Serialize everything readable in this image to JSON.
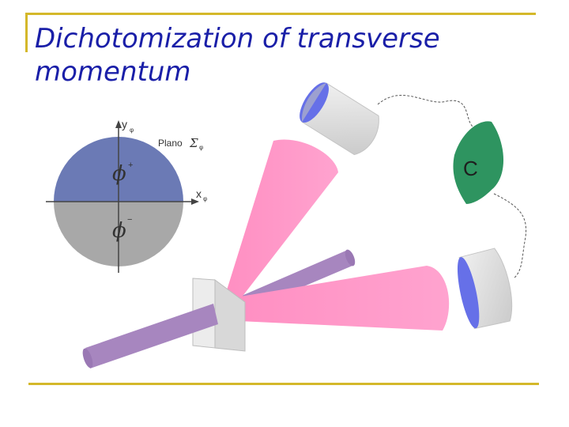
{
  "slide": {
    "title": "Dichotomization of transverse momentum"
  },
  "diagram": {
    "axis_y_label": "y",
    "axis_y_sub": "φ",
    "axis_x_label": "x",
    "axis_x_sub": "φ",
    "plane_label": "Plano",
    "plane_symbol": "Σ",
    "plane_sub": "φ",
    "phi_plus": "ϕ",
    "phi_plus_sign": "+",
    "phi_minus": "ϕ",
    "phi_minus_sign": "−",
    "coincidence_label": "C"
  },
  "colors": {
    "rule": "#d4b82a",
    "title": "#1a1fa8",
    "upper_half": "#6b7ab5",
    "lower_half": "#a8a8a8",
    "pink_beam": "#ff99c8",
    "violet_beam": "#a786bf",
    "detector_lens": "#6670e8",
    "counter": "#2e9460"
  }
}
